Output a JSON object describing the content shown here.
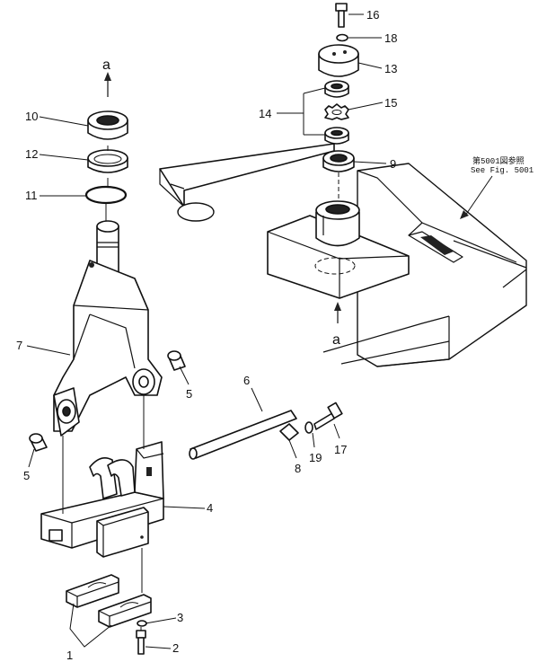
{
  "callouts": [
    "1",
    "2",
    "3",
    "4",
    "5",
    "5",
    "6",
    "7",
    "8",
    "9",
    "10",
    "11",
    "12",
    "13",
    "14",
    "15",
    "16",
    "17",
    "18",
    "19"
  ],
  "view_markers": {
    "top": "a",
    "bottom": "a"
  },
  "reference": {
    "line_jp": "第5001図参照",
    "line_en": "See Fig. 5001"
  }
}
